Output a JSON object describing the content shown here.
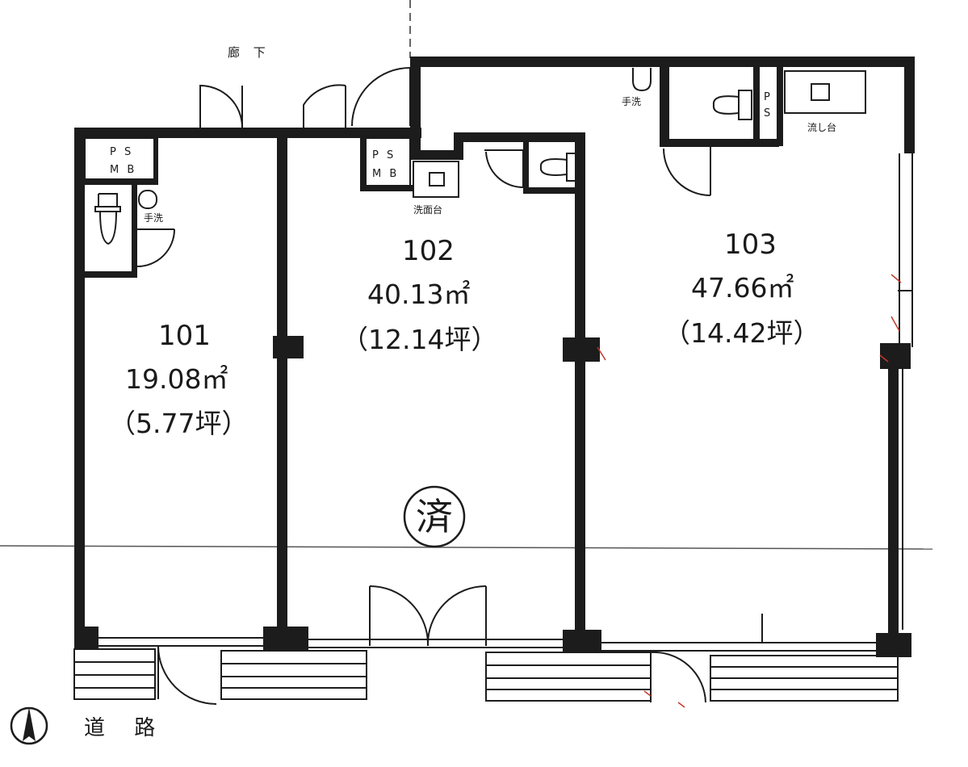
{
  "corridor_label": "廊 下",
  "road_label": "道 路",
  "stamp": "済",
  "rooms": [
    {
      "number": "101",
      "area": "19.08㎡",
      "tsubo": "（5.77坪）"
    },
    {
      "number": "102",
      "area": "40.13㎡",
      "tsubo": "（12.14坪）"
    },
    {
      "number": "103",
      "area": "47.66㎡",
      "tsubo": "（14.42坪）"
    }
  ],
  "fixtures": {
    "ps_mb_101": [
      "P S",
      "M B"
    ],
    "ps_mb_102": [
      "P S",
      "M B"
    ],
    "ps_103": [
      "P",
      "S"
    ],
    "handwash_101": "手洗",
    "handwash_103": "手洗",
    "washbasin_102": "洗面台",
    "sink_103": "流し台"
  }
}
